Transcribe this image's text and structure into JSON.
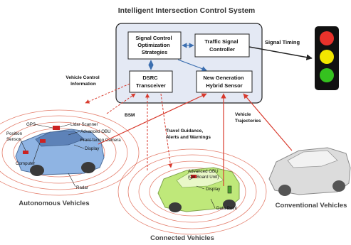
{
  "title": "Intelligent Intersection Control System",
  "boxes": {
    "optimization": [
      "Signal Control",
      "Optimization",
      "Strategies"
    ],
    "controller": [
      "Traffic Signal",
      "Controller"
    ],
    "dsrc": [
      "DSRC",
      "Transceiver"
    ],
    "hybrid_sensor": [
      "New Generation",
      "Hybrid Sensor"
    ]
  },
  "edge_labels": {
    "signal_timing": "Signal Timing",
    "vehicle_control": [
      "Vehicle Control",
      "Information"
    ],
    "bsm": "BSM",
    "travel_guidance": [
      "Travel Guidance,",
      "Alerts and Warnings"
    ],
    "vehicle_trajectories": [
      "Vehicle",
      "Trajectories"
    ]
  },
  "autonomous_labels": {
    "gps": "GPS",
    "lidar": "Lidar Scanner",
    "obu": "Advanced OBU",
    "camera": "Front-facing Camera",
    "display": "Display",
    "position_sensor": [
      "Position",
      "Sensor"
    ],
    "computer": "Computer",
    "radar": "Radar"
  },
  "connected_labels": {
    "obu": [
      "Advanced OBU",
      "(On Board Unit)"
    ],
    "display": "Display",
    "data_point": "Data Point"
  },
  "captions": {
    "autonomous": "Autonomous Vehicles",
    "connected": "Connected Vehicles",
    "conventional": "Conventional Vehicles"
  },
  "traffic_light_colors": [
    "#e8322b",
    "#f2e600",
    "#35c21f"
  ],
  "colors": {
    "system_box": "#e4e9f4",
    "arrow_red": "#d83a2d",
    "arrow_blue": "#3c6fb0",
    "autonomous_car": "#8fb4e3",
    "connected_car": "#bfe87a",
    "conventional_car": "#dcdcdc"
  }
}
